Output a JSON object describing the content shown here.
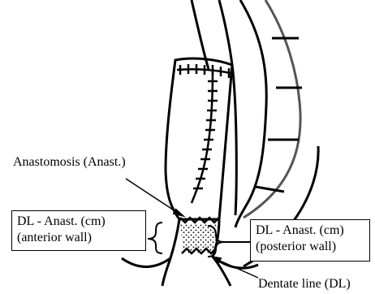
{
  "labels": {
    "anastomosis": "Anastomosis (Anast.)",
    "dentate_line": "Dentate line (DL)"
  },
  "boxes": {
    "anterior": {
      "line1": "DL - Anast. (cm)",
      "line2": "(anterior wall)"
    },
    "posterior": {
      "line1": "DL - Anast. (cm)",
      "line2": "(posterior wall)"
    }
  },
  "colors": {
    "stroke": "#000000",
    "colon_wall": "#555555",
    "stipple": "#000000"
  }
}
